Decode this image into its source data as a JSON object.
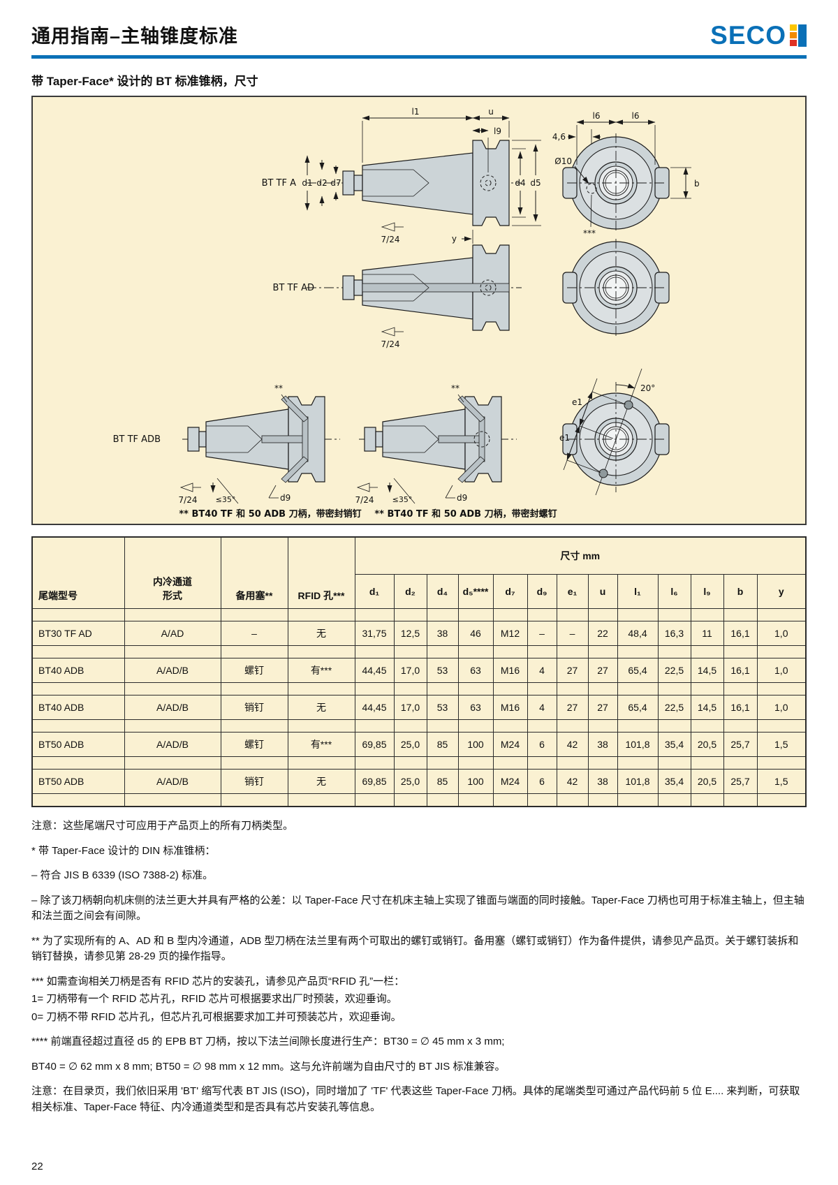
{
  "page": {
    "title": "通用指南–主轴锥度标准",
    "brand": "SECO",
    "subtitle": "带 Taper-Face* 设计的 BT 标准锥柄，尺寸",
    "page_number": "22"
  },
  "colors": {
    "accent_blue": "#0a70b7",
    "panel_bg": "#faf1d2",
    "tool_gray": "#ccd4d7",
    "logo_yellow": "#fdc600",
    "logo_orange": "#f28b00",
    "logo_red": "#e03123"
  },
  "diagram": {
    "views": {
      "a": "BT TF A",
      "ad": "BT TF AD",
      "adb": "BT TF ADB"
    },
    "labels": {
      "l1": "l1",
      "u": "u",
      "l9": "l9",
      "d1": "d1",
      "d2": "d2",
      "d7": "d7",
      "d4": "d4",
      "d5": "d5",
      "y": "y",
      "taper": "7/24",
      "l6": "l6",
      "offset46": "4,6",
      "dia10": "Ø10",
      "b": "b",
      "stars3": "***",
      "stars2": "**",
      "angle35": "≤35°",
      "d9": "d9",
      "angle20": "20°",
      "e1": "e1"
    },
    "caption_left": "** BT40 TF 和 50 ADB 刀柄，带密封销钉",
    "caption_right": "** BT40 TF 和 50 ADB 刀柄，带密封螺钉"
  },
  "table": {
    "size_header": "尺寸 mm",
    "headers": {
      "model": "尾端型号",
      "coolant": "内冷通道\n形式",
      "plug": "备用塞**",
      "rfid": "RFID 孔***"
    },
    "dim_headers": [
      "d₁",
      "d₂",
      "d₄",
      "d₅****",
      "d₇",
      "d₉",
      "e₁",
      "u",
      "l₁",
      "l₆",
      "l₉",
      "b",
      "y"
    ],
    "rows": [
      {
        "model": "BT30 TF AD",
        "coolant": "A/AD",
        "plug": "–",
        "rfid": "无",
        "d1": "31,75",
        "d2": "12,5",
        "d4": "38",
        "d5": "46",
        "d7": "M12",
        "d9": "–",
        "e1": "–",
        "u": "22",
        "l1": "48,4",
        "l6": "16,3",
        "l9": "11",
        "b": "16,1",
        "y": "1,0"
      },
      {
        "model": "BT40 ADB",
        "coolant": "A/AD/B",
        "plug": "螺钉",
        "rfid": "有***",
        "d1": "44,45",
        "d2": "17,0",
        "d4": "53",
        "d5": "63",
        "d7": "M16",
        "d9": "4",
        "e1": "27",
        "u": "27",
        "l1": "65,4",
        "l6": "22,5",
        "l9": "14,5",
        "b": "16,1",
        "y": "1,0"
      },
      {
        "model": "BT40 ADB",
        "coolant": "A/AD/B",
        "plug": "销钉",
        "rfid": "无",
        "d1": "44,45",
        "d2": "17,0",
        "d4": "53",
        "d5": "63",
        "d7": "M16",
        "d9": "4",
        "e1": "27",
        "u": "27",
        "l1": "65,4",
        "l6": "22,5",
        "l9": "14,5",
        "b": "16,1",
        "y": "1,0"
      },
      {
        "model": "BT50 ADB",
        "coolant": "A/AD/B",
        "plug": "螺钉",
        "rfid": "有***",
        "d1": "69,85",
        "d2": "25,0",
        "d4": "85",
        "d5": "100",
        "d7": "M24",
        "d9": "6",
        "e1": "42",
        "u": "38",
        "l1": "101,8",
        "l6": "35,4",
        "l9": "20,5",
        "b": "25,7",
        "y": "1,5"
      },
      {
        "model": "BT50 ADB",
        "coolant": "A/AD/B",
        "plug": "销钉",
        "rfid": "无",
        "d1": "69,85",
        "d2": "25,0",
        "d4": "85",
        "d5": "100",
        "d7": "M24",
        "d9": "6",
        "e1": "42",
        "u": "38",
        "l1": "101,8",
        "l6": "35,4",
        "l9": "20,5",
        "b": "25,7",
        "y": "1,5"
      }
    ]
  },
  "notes": {
    "note1": "注意：这些尾端尺寸可应用于产品页上的所有刀柄类型。",
    "note2": "* 带 Taper-Face 设计的 DIN 标准锥柄：",
    "note3": "– 符合 JIS B 6339 (ISO 7388-2) 标准。",
    "note4": "– 除了该刀柄朝向机床侧的法兰更大并具有严格的公差：以 Taper-Face 尺寸在机床主轴上实现了锥面与端面的同时接触。Taper-Face 刀柄也可用于标准主轴上，但主轴和法兰面之间会有间隙。",
    "note5": "** 为了实现所有的 A、AD 和 B 型内冷通道，ADB 型刀柄在法兰里有两个可取出的螺钉或销钉。备用塞（螺钉或销钉）作为备件提供，请参见产品页。关于螺钉装拆和销钉替换，请参见第 28-29 页的操作指导。",
    "note6a": "*** 如需查询相关刀柄是否有 RFID 芯片的安装孔，请参见产品页“RFID 孔”一栏：",
    "note6b": "1= 刀柄带有一个 RFID 芯片孔，RFID 芯片可根据要求出厂时预装，欢迎垂询。",
    "note6c": "0= 刀柄不带 RFID 芯片孔，但芯片孔可根据要求加工并可预装芯片，欢迎垂询。",
    "note7a": "**** 前端直径超过直径 d5 的 EPB BT 刀柄，按以下法兰间隙长度进行生产：BT30 = ∅ 45 mm x 3 mm;",
    "note7b": "BT40 = ∅ 62 mm x 8 mm; BT50 = ∅ 98 mm x 12 mm。这与允许前端为自由尺寸的 BT JIS 标准兼容。",
    "note8": "注意：在目录页，我们依旧采用 'BT' 缩写代表 BT JIS (ISO)，同时增加了 'TF' 代表这些 Taper-Face 刀柄。具体的尾端类型可通过产品代码前 5 位 E.... 来判断，可获取相关标准、Taper-Face 特征、内冷通道类型和是否具有芯片安装孔等信息。"
  }
}
